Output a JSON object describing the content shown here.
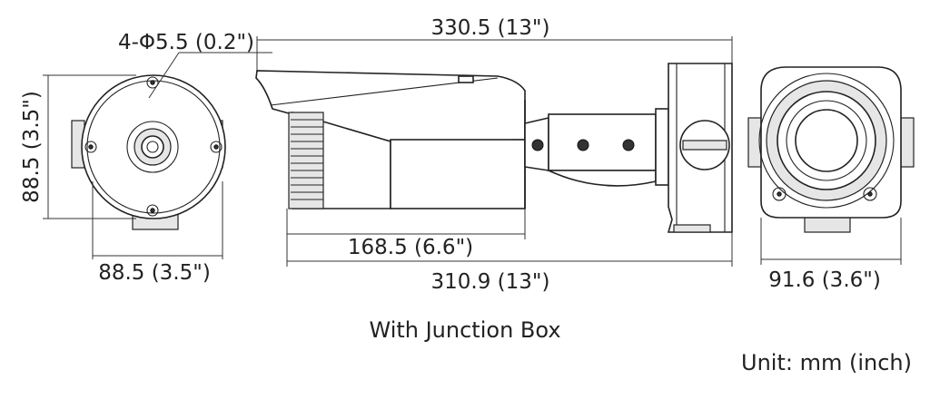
{
  "caption": "With Junction Box",
  "unit_note": "Unit: mm (inch)",
  "dimensions": {
    "hole_spec": "4-Φ5.5 (0.2\")",
    "front_height": "88.5 (3.5\")",
    "front_width": "88.5 (3.5\")",
    "overall_length": "330.5 (13\")",
    "housing_length": "168.5 (6.6\")",
    "base_length": "310.9 (13\")",
    "rear_width": "91.6 (3.6\")"
  }
}
